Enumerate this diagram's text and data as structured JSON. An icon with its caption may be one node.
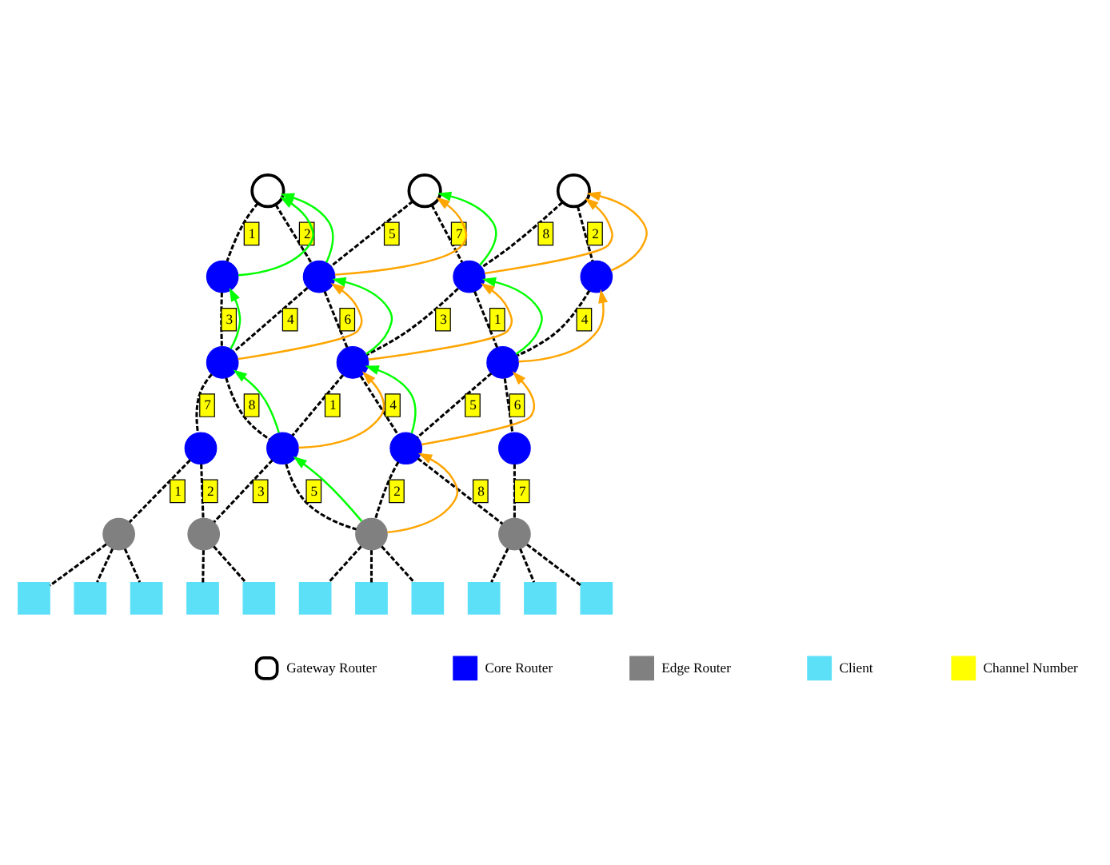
{
  "diagram": {
    "nodes": [
      {
        "text": [],
        "shape": "circle"
      },
      {
        "text": [],
        "shape": "circle"
      },
      {
        "text": [],
        "shape": "circle"
      },
      {
        "text": [],
        "shape": "circle"
      },
      {
        "text": [],
        "shape": "circle"
      },
      {
        "text": [],
        "shape": "circle"
      },
      {
        "text": [],
        "shape": "circle"
      },
      {
        "text": [],
        "shape": "circle"
      },
      {
        "text": [],
        "shape": "circle"
      },
      {
        "text": [],
        "shape": "circle"
      },
      {
        "text": [],
        "shape": "circle"
      },
      {
        "text": [],
        "shape": "circle"
      },
      {
        "text": [],
        "shape": "circle"
      },
      {
        "text": [],
        "shape": "circle"
      },
      {
        "text": [],
        "shape": "circle"
      },
      {
        "text": [],
        "shape": "circle"
      },
      {
        "text": [],
        "shape": "circle"
      },
      {
        "text": [],
        "shape": "circle"
      },
      {
        "text": [],
        "shape": "box"
      },
      {
        "text": [],
        "shape": "box"
      },
      {
        "text": [],
        "shape": "box"
      },
      {
        "text": [],
        "shape": "box"
      },
      {
        "text": [],
        "shape": "box"
      },
      {
        "text": [],
        "shape": "box"
      },
      {
        "text": [],
        "shape": "box"
      },
      {
        "text": [],
        "shape": "box"
      },
      {
        "text": [],
        "shape": "box"
      },
      {
        "text": [],
        "shape": "box"
      },
      {
        "text": [],
        "shape": "box"
      }
    ],
    "edges": [
      {
        "from": 0,
        "to": 3,
        "arrow": "none",
        "style": "dashed",
        "label": "1"
      },
      {
        "from": 0,
        "to": 4,
        "arrow": "none",
        "style": "dashed",
        "label": "2"
      },
      {
        "from": 1,
        "to": 4,
        "arrow": "none",
        "style": "dashed",
        "label": "5"
      },
      {
        "from": 1,
        "to": 5,
        "arrow": "none",
        "style": "dashed",
        "label": "7"
      },
      {
        "from": 2,
        "to": 5,
        "arrow": "none",
        "style": "dashed",
        "label": "8"
      },
      {
        "from": 2,
        "to": 6,
        "arrow": "none",
        "style": "dashed",
        "label": "2"
      },
      {
        "from": 3,
        "to": 7,
        "arrow": "none",
        "style": "dashed",
        "label": "3"
      },
      {
        "from": 4,
        "to": 7,
        "arrow": "none",
        "style": "dashed",
        "label": "4"
      },
      {
        "from": 4,
        "to": 8,
        "arrow": "none",
        "style": "dashed",
        "label": "6"
      },
      {
        "from": 5,
        "to": 8,
        "arrow": "none",
        "style": "dashed",
        "label": "3"
      },
      {
        "from": 5,
        "to": 9,
        "arrow": "none",
        "style": "dashed",
        "label": "1"
      },
      {
        "from": 6,
        "to": 9,
        "arrow": "none",
        "style": "dashed",
        "label": "4"
      },
      {
        "from": 7,
        "to": 10,
        "arrow": "none",
        "style": "dashed",
        "label": "7"
      },
      {
        "from": 7,
        "to": 11,
        "arrow": "none",
        "style": "dashed",
        "label": "8"
      },
      {
        "from": 8,
        "to": 11,
        "arrow": "none",
        "style": "dashed",
        "label": "1"
      },
      {
        "from": 8,
        "to": 12,
        "arrow": "none",
        "style": "dashed",
        "label": "4"
      },
      {
        "from": 9,
        "to": 12,
        "arrow": "none",
        "style": "dashed",
        "label": "5"
      },
      {
        "from": 9,
        "to": 13,
        "arrow": "none",
        "style": "dashed",
        "label": "6"
      },
      {
        "from": 10,
        "to": 14,
        "arrow": "none",
        "style": "dashed",
        "label": "1"
      },
      {
        "from": 10,
        "to": 15,
        "arrow": "none",
        "style": "dashed",
        "label": "2"
      },
      {
        "from": 11,
        "to": 15,
        "arrow": "none",
        "style": "dashed",
        "label": "3"
      },
      {
        "from": 11,
        "to": 16,
        "arrow": "none",
        "style": "dashed",
        "label": "5"
      },
      {
        "from": 12,
        "to": 16,
        "arrow": "none",
        "style": "dashed",
        "label": "2"
      },
      {
        "from": 12,
        "to": 17,
        "arrow": "none",
        "style": "dashed",
        "label": "8"
      },
      {
        "from": 13,
        "to": 17,
        "arrow": "none",
        "style": "dashed",
        "label": "7"
      },
      {
        "from": 14,
        "to": 18,
        "arrow": "none",
        "style": "dashed"
      },
      {
        "from": 14,
        "to": 19,
        "arrow": "none",
        "style": "dashed"
      },
      {
        "from": 14,
        "to": 20,
        "arrow": "none",
        "style": "dashed"
      },
      {
        "from": 15,
        "to": 21,
        "arrow": "none",
        "style": "dashed"
      },
      {
        "from": 15,
        "to": 22,
        "arrow": "none",
        "style": "dashed"
      },
      {
        "from": 16,
        "to": 23,
        "arrow": "none",
        "style": "dashed"
      },
      {
        "from": 16,
        "to": 24,
        "arrow": "none",
        "style": "dashed"
      },
      {
        "from": 16,
        "to": 25,
        "arrow": "none",
        "style": "dashed"
      },
      {
        "from": 17,
        "to": 26,
        "arrow": "none",
        "style": "dashed"
      },
      {
        "from": 17,
        "to": 27,
        "arrow": "none",
        "style": "dashed"
      },
      {
        "from": 17,
        "to": 28,
        "arrow": "none",
        "style": "dashed"
      },
      {
        "from": 3,
        "to": 0,
        "arrow": "to",
        "color": "#00ff00"
      },
      {
        "from": 4,
        "to": 0,
        "arrow": "to",
        "color": "#00ff00"
      },
      {
        "from": 7,
        "to": 3,
        "arrow": "to",
        "color": "#00ff00"
      },
      {
        "from": 11,
        "to": 7,
        "arrow": "to",
        "color": "#00ff00"
      },
      {
        "from": 16,
        "to": 11,
        "arrow": "to",
        "color": "#00ff00"
      },
      {
        "from": 8,
        "to": 4,
        "arrow": "to",
        "color": "#00ff00"
      },
      {
        "from": 5,
        "to": 1,
        "arrow": "to",
        "color": "#00ff00"
      },
      {
        "from": 12,
        "to": 8,
        "arrow": "to",
        "color": "#00ff00"
      },
      {
        "from": 9,
        "to": 5,
        "arrow": "to",
        "color": "#00ff00"
      },
      {
        "from": 7,
        "to": 4,
        "arrow": "to",
        "color": "#ffa500"
      },
      {
        "from": 4,
        "to": 1,
        "arrow": "to",
        "color": "#ffa500"
      },
      {
        "from": 11,
        "to": 8,
        "arrow": "to",
        "color": "#ffa500"
      },
      {
        "from": 8,
        "to": 5,
        "arrow": "to",
        "color": "#ffa500"
      },
      {
        "from": 5,
        "to": 2,
        "arrow": "to",
        "color": "#ffa500"
      },
      {
        "from": 6,
        "to": 2,
        "arrow": "to",
        "color": "#ffa500"
      },
      {
        "from": 12,
        "to": 9,
        "arrow": "to",
        "color": "#ffa500"
      },
      {
        "from": 9,
        "to": 6,
        "arrow": "to",
        "color": "#ffa500"
      },
      {
        "from": 16,
        "to": 12,
        "arrow": "to",
        "color": "#ffa500"
      }
    ],
    "legend": [
      {
        "text": "Gateway Router"
      },
      {
        "text": "Core Router",
        "color": "#0000ff"
      },
      {
        "text": "Edge Router",
        "color": "#808080"
      },
      {
        "text": "Client",
        "color": "#5ce0f8"
      },
      {
        "text": "Channel Number",
        "color": "#ffff00"
      }
    ]
  }
}
